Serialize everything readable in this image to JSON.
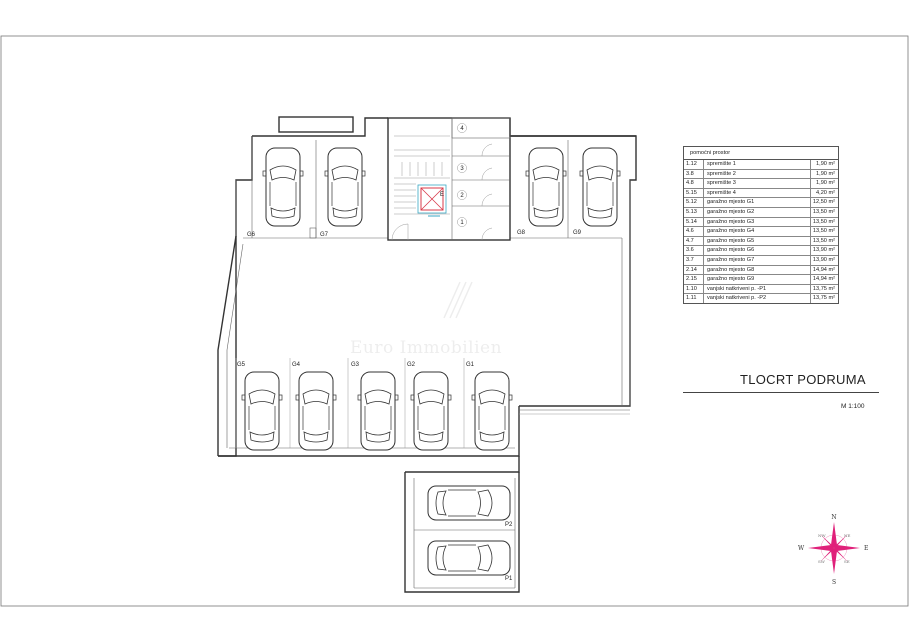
{
  "drawing": {
    "title": "TLOCRT PODRUMA",
    "scale": "M 1:100",
    "watermark": "Euro Immobilien"
  },
  "legend": {
    "header": "pomoćni prostor",
    "rows": [
      {
        "id": "1.12",
        "name": "spremište 1",
        "area": "1,90 m²"
      },
      {
        "id": "3.8",
        "name": "spremište 2",
        "area": "1,90 m²"
      },
      {
        "id": "4.8",
        "name": "spremište 3",
        "area": "1,90 m²"
      },
      {
        "id": "5.15",
        "name": "spremište 4",
        "area": "4,20 m²"
      },
      {
        "id": "5.12",
        "name": "garažno mjesto G1",
        "area": "12,50 m²"
      },
      {
        "id": "5.13",
        "name": "garažno mjesto G2",
        "area": "13,50 m²"
      },
      {
        "id": "5.14",
        "name": "garažno mjesto G3",
        "area": "13,50 m²"
      },
      {
        "id": "4.6",
        "name": "garažno mjesto G4",
        "area": "13,50 m²"
      },
      {
        "id": "4.7",
        "name": "garažno mjesto G5",
        "area": "13,50 m²"
      },
      {
        "id": "3.6",
        "name": "garažno mjesto G6",
        "area": "13,90 m²"
      },
      {
        "id": "3.7",
        "name": "garažno mjesto G7",
        "area": "13,90 m²"
      },
      {
        "id": "2.14",
        "name": "garažno mjesto G8",
        "area": "14,94 m²"
      },
      {
        "id": "2.15",
        "name": "garažno mjesto G9",
        "area": "14,94 m²"
      },
      {
        "id": "1.10",
        "name": "vanjski natkriveni p. -P1",
        "area": "13,75 m²"
      },
      {
        "id": "1.11",
        "name": "vanjski natkriveni p. -P2",
        "area": "13,75 m²"
      }
    ]
  },
  "spaces": {
    "G1": "G1",
    "G2": "G2",
    "G3": "G3",
    "G4": "G4",
    "G5": "G5",
    "G6": "G6",
    "G7": "G7",
    "G8": "G8",
    "G9": "G9",
    "P1": "P1",
    "P2": "P2"
  },
  "storage": {
    "s1": "1",
    "s2": "2",
    "s3": "3",
    "s4": "4",
    "elevator": "E"
  },
  "compass": {
    "N": "N",
    "S": "S",
    "E": "E",
    "W": "W",
    "NE": "NE",
    "NW": "NW",
    "SE": "SE",
    "SW": "SW"
  },
  "colors": {
    "compass": "#e0207a",
    "lines": "#333333",
    "elevator": "#d83a4a",
    "stair_accent": "#39a7c4"
  }
}
